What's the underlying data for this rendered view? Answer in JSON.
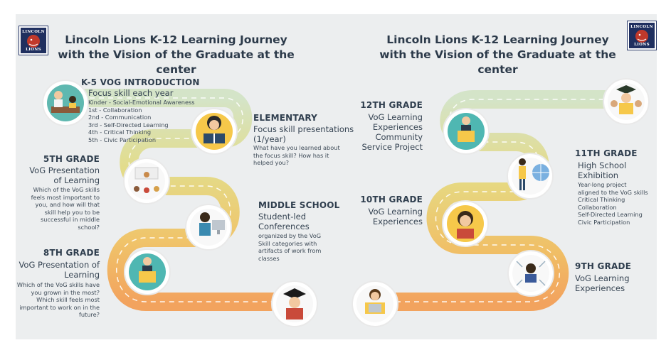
{
  "left": {
    "logo_text": [
      "LINCOLN",
      "LIONS"
    ],
    "title_line1": "Lincoln Lions K-12 Learning Journey",
    "title_line2": "with the Vision of the Graduate at the center",
    "k5": {
      "heading": "K-5 VOG INTRODUCTION",
      "subtitle": "Focus skill each year",
      "items": [
        "Kinder - Social-Emotional Awareness",
        "1st - Collaboration",
        "2nd - Communication",
        "3rd - Self-Directed Learning",
        "4th - Critical Thinking",
        "5th - Civic Participation"
      ]
    },
    "elementary": {
      "heading": "ELEMENTARY",
      "subtitle_1": "Focus skill presentations",
      "subtitle_2": "(1/year)",
      "detail": [
        "What have you learned about",
        "the focus skill? How has it",
        "helped you?"
      ]
    },
    "grade5": {
      "heading": "5TH GRADE",
      "subtitle_1": "VoG Presentation",
      "subtitle_2": "of Learning",
      "detail": [
        "Which of the VoG skills",
        "feels most important to",
        "you, and how will that",
        "skill help you to be",
        "successful in middle",
        "school?"
      ]
    },
    "middle": {
      "heading": "MIDDLE SCHOOL",
      "subtitle_1": "Student-led",
      "subtitle_2": "Conferences",
      "detail": [
        "organized by the VoG",
        "Skill categories with",
        "artifacts of work from",
        "classes"
      ]
    },
    "grade8": {
      "heading": "8TH GRADE",
      "subtitle_1": "VoG Presentation of",
      "subtitle_2": "Learning",
      "detail": [
        "Which of the VoG skills have",
        "you grown in the most?",
        "Which skill feels most",
        "important to work on in the",
        "future?"
      ]
    }
  },
  "right": {
    "logo_text": [
      "LINCOLN",
      "LIONS"
    ],
    "title_line1": "Lincoln Lions K-12 Learning Journey",
    "title_line2": "with the Vision of the Graduate at the center",
    "grade12": {
      "heading": "12TH GRADE",
      "lines": [
        "VoG Learning",
        "Experiences",
        "Community",
        "Service Project"
      ]
    },
    "grade11": {
      "heading": "11TH GRADE",
      "subtitle_1": "High School",
      "subtitle_2": "Exhibition",
      "detail": [
        "Year-long project",
        "aligned to the VoG skills",
        "Critical Thinking",
        "Collaboration",
        "Self-Directed Learning",
        "Civic Participation"
      ]
    },
    "grade10": {
      "heading": "10TH GRADE",
      "lines": [
        "VoG Learning",
        "Experiences"
      ]
    },
    "grade9": {
      "heading": "9TH GRADE",
      "lines": [
        "VoG Learning",
        "Experiences"
      ]
    }
  },
  "colors": {
    "panel_bg": "#eceeef",
    "title": "#2c3a4a",
    "road_light": "#cfe0c4",
    "road_yellow": "#ead77a",
    "road_orange": "#f2ab62",
    "icon_yellow": "#f6c84a",
    "icon_teal": "#4fb7b2",
    "logo_blue": "#1f2f5f"
  },
  "icons": [
    "teacher-student-icon",
    "reading-student-icon",
    "presentation-icon",
    "computer-student-icon",
    "podium-speaker-icon",
    "graduate-icon",
    "laptop-student-icon",
    "presenter-chart-icon",
    "woman-avatar-icon",
    "network-person-icon",
    "graduates-group-icon",
    "podium-icon"
  ]
}
